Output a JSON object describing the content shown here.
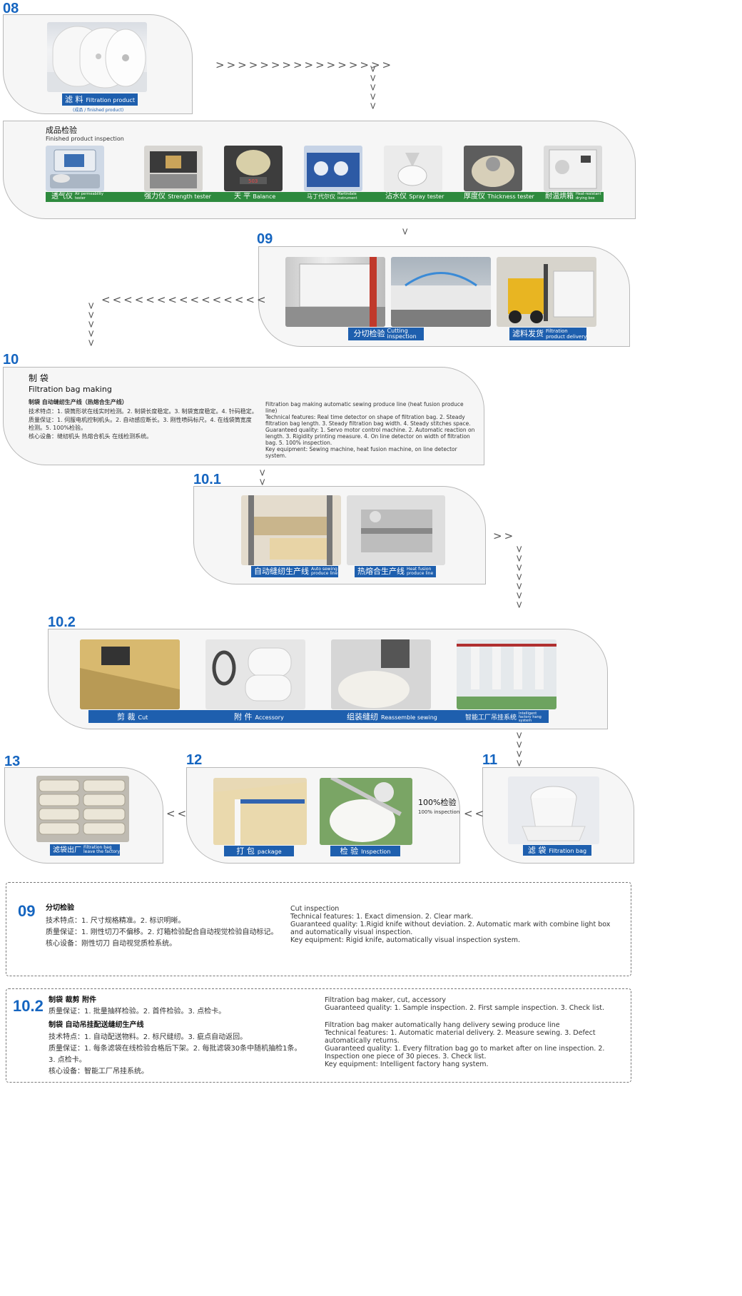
{
  "steps": {
    "s08": "08",
    "s09": "09",
    "s10": "10",
    "s101": "10.1",
    "s102": "10.2",
    "s11": "11",
    "s12": "12",
    "s13": "13"
  },
  "filtration_product": {
    "cn": "滤 料",
    "en": "Filtration product",
    "sub": "(成品 / finished product)"
  },
  "inspection": {
    "title_cn": "成品检验",
    "title_en": "Finished product inspection",
    "instruments": [
      {
        "cn": "透气仪",
        "en": "Air permeability tester"
      },
      {
        "cn": "强力仪",
        "en": "Strength tester"
      },
      {
        "cn": "天 平",
        "en": "Balance"
      },
      {
        "cn": "马丁代尔仪",
        "en": "Martindale instrument"
      },
      {
        "cn": "沾水仪",
        "en": "Spray tester"
      },
      {
        "cn": "厚度仪",
        "en": "Thickness tester"
      },
      {
        "cn": "耐温烘箱",
        "en": "Heat-resistant drying box"
      }
    ]
  },
  "cutting": {
    "cut_cn": "分切检验",
    "cut_en": "Cutting inspection",
    "delivery_cn": "滤料发货",
    "delivery_en": "Filtration product delivery"
  },
  "bag_making": {
    "title_cn": "制 袋",
    "title_en": "Filtration bag making",
    "head_cn": "制袋 自动缝纫生产线（热熔合生产线）",
    "lines_cn": [
      "技术特点：1. 袋筒形状在线实时检测。2. 制袋长度稳定。3. 制袋宽度稳定。4. 针码稳定。",
      "质量保证：1. 伺服电机控制机头。2. 自动感应断长。3. 刚性喷码标尺。4. 在线袋筒宽度",
      "检测。5. 100%检验。",
      "核心设备：缝纫机头 热熔合机头 在线检测系统。"
    ],
    "text_en": "Filtration bag making automatic sewing produce line (heat fusion produce line)\nTechnical features: Real time detector on shape of filtration bag. 2. Steady filtration bag length. 3. Steady filtration bag width. 4. Steady stitches space.\nGuaranteed quality: 1. Servo motor control machine. 2. Automatic reaction on length. 3. Rigidity printing measure. 4. On line detector on width of filtration bag. 5. 100% inspection.\nKey equipment: Sewing machine, heat fusion machine, on line detector system."
  },
  "lines101": {
    "auto_cn": "自动缝纫生产线",
    "auto_en": "Auto sewing produce line",
    "heat_cn": "热熔合生产线",
    "heat_en": "Heat fusion produce line"
  },
  "s102": {
    "cut_cn": "剪 裁",
    "cut_en": "Cut",
    "acc_cn": "附 件",
    "acc_en": "Accessory",
    "sew_cn": "组装缝纫",
    "sew_en": "Reassemble sewing",
    "hang_cn": "智能工厂吊挂系统",
    "hang_en": "Intelligent factory hang system"
  },
  "s11": {
    "cn": "滤 袋",
    "en": "Filtration bag"
  },
  "s12": {
    "pkg_cn": "打 包",
    "pkg_en": "package",
    "ins_cn": "检 验",
    "ins_en": "Inspection",
    "full_cn": "100%检验",
    "full_en": "100% inspection"
  },
  "s13": {
    "cn": "滤袋出厂",
    "en": "Filtration bag leave the factory"
  },
  "box09": {
    "num": "09",
    "head_cn": "分切检验",
    "lines_cn": [
      "技术特点：1. 尺寸规格精准。2. 标识明晰。",
      "质量保证：1. 刚性切刀不偏移。2. 灯箱检验配合自动视觉检验自动标记。",
      "核心设备：刚性切刀 自动视觉质检系统。"
    ],
    "text_en": "Cut inspection\nTechnical features: 1. Exact dimension. 2. Clear mark.\nGuaranteed quality: 1.Rigid knife without deviation. 2. Automatic mark with combine light box and automatically visual inspection.\nKey equipment: Rigid knife, automatically visual inspection system."
  },
  "box102": {
    "num": "10.2",
    "head1_cn": "制袋 裁剪 附件",
    "line1_cn": "质量保证：1. 批量抽样检验。2. 首件检验。3. 点检卡。",
    "head2_cn": "制袋 自动吊挂配送缝纫生产线",
    "lines2_cn": [
      "技术特点：1. 自动配送物料。2. 标尺缝纫。3. 疵点自动返回。",
      "质量保证：1. 每条滤袋在线检验合格后下架。2. 每批滤袋30条中随机抽检1条。",
      "3. 点检卡。",
      "核心设备：智能工厂吊挂系统。"
    ],
    "text1_en": "Filtration bag maker, cut, accessory\nGuaranteed quality: 1. Sample inspection. 2. First sample inspection. 3. Check list.",
    "text2_en": "Filtration bag maker automatically hang delivery sewing produce line\nTechnical features: 1. Automatic material delivery. 2. Measure sewing. 3. Defect automatically returns.\nGuaranteed quality: 1. Every filtration bag go to market after on line inspection. 2. Inspection one piece of 30 pieces. 3. Check list.\nKey equipment: Intelligent factory hang system."
  }
}
